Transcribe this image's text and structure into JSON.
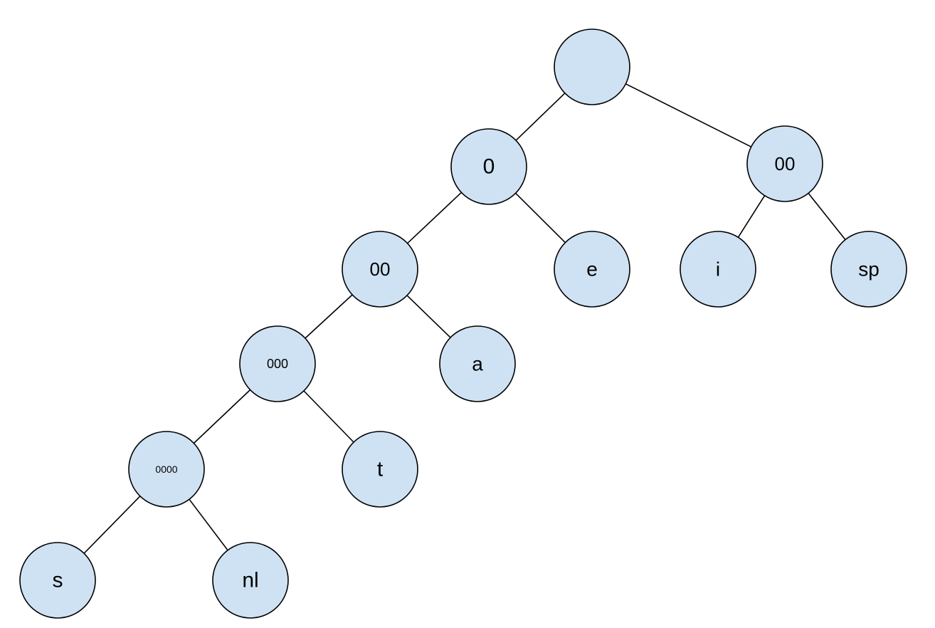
{
  "colors": {
    "node_fill": "#cfe2f3",
    "node_stroke": "#000000",
    "edge_stroke": "#000000",
    "background": "#ffffff"
  },
  "tree": {
    "nodes": [
      {
        "id": "root",
        "label": ""
      },
      {
        "id": "n-0",
        "label": "0"
      },
      {
        "id": "n-00-right",
        "label": "00"
      },
      {
        "id": "n-00-left",
        "label": "00"
      },
      {
        "id": "leaf-e",
        "label": "e"
      },
      {
        "id": "leaf-i",
        "label": "i"
      },
      {
        "id": "leaf-sp",
        "label": "sp"
      },
      {
        "id": "n-000",
        "label": "000"
      },
      {
        "id": "leaf-a",
        "label": "a"
      },
      {
        "id": "n-0000",
        "label": "0000"
      },
      {
        "id": "leaf-t",
        "label": "t"
      },
      {
        "id": "leaf-s",
        "label": "s"
      },
      {
        "id": "leaf-nl",
        "label": "nl"
      }
    ],
    "edges": [
      {
        "from": "root",
        "to": "n-0"
      },
      {
        "from": "root",
        "to": "n-00-right"
      },
      {
        "from": "n-0",
        "to": "n-00-left"
      },
      {
        "from": "n-0",
        "to": "leaf-e"
      },
      {
        "from": "n-00-right",
        "to": "leaf-i"
      },
      {
        "from": "n-00-right",
        "to": "leaf-sp"
      },
      {
        "from": "n-00-left",
        "to": "n-000"
      },
      {
        "from": "n-00-left",
        "to": "leaf-a"
      },
      {
        "from": "n-000",
        "to": "n-0000"
      },
      {
        "from": "n-000",
        "to": "leaf-t"
      },
      {
        "from": "n-0000",
        "to": "leaf-s"
      },
      {
        "from": "n-0000",
        "to": "leaf-nl"
      }
    ]
  }
}
